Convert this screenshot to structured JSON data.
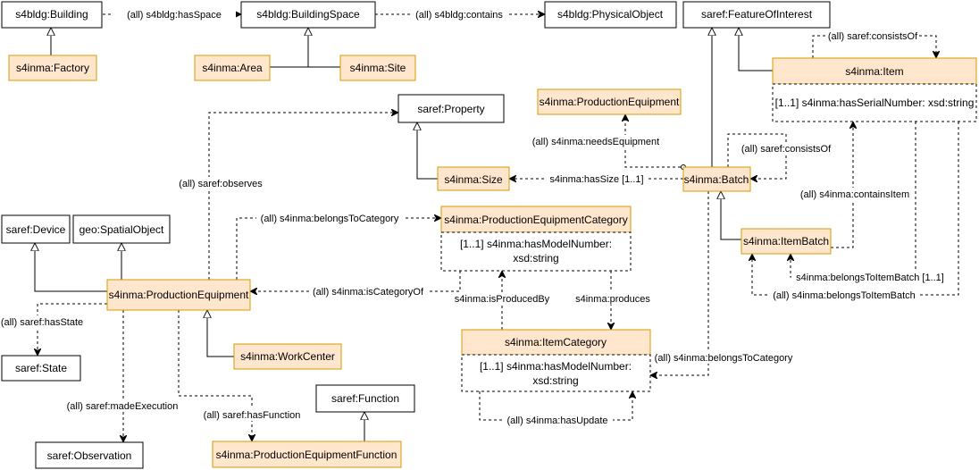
{
  "nodes": {
    "building": "s4bldg:Building",
    "building_space": "s4bldg:BuildingSpace",
    "physical_object": "s4bldg:PhysicalObject",
    "feature_of_interest": "saref:FeatureOfInterest",
    "factory": "s4inma:Factory",
    "area": "s4inma:Area",
    "site": "s4inma:Site",
    "item": "s4inma:Item",
    "item_attr": "[1..1] s4inma:hasSerialNumber: xsd:string",
    "production_equipment_top": "s4inma:ProductionEquipment",
    "property": "saref:Property",
    "size": "s4inma:Size",
    "batch": "s4inma:Batch",
    "device": "saref:Device",
    "spatial_object": "geo:SpatialObject",
    "pe_category": "s4inma:ProductionEquipmentCategory",
    "pe_category_attr_1": "[1..1] s4inma:hasModelNumber:",
    "pe_category_attr_2": "xsd:string",
    "item_batch": "s4inma:ItemBatch",
    "production_equipment": "s4inma:ProductionEquipment",
    "state": "saref:State",
    "work_center": "s4inma:WorkCenter",
    "item_category": "s4inma:ItemCategory",
    "item_category_attr_1": "[1..1] s4inma:hasModelNumber:",
    "item_category_attr_2": "xsd:string",
    "function": "saref:Function",
    "observation": "saref:Observation",
    "pe_function": "s4inma:ProductionEquipmentFunction"
  },
  "edges": {
    "has_space": "(all) s4bldg:hasSpace",
    "contains": "(all) s4bldg:contains",
    "consists_of_item": "(all) saref:consistsOf",
    "needs_equipment": "(all) s4inma:needsEquipment",
    "consists_of_batch": "(all) saref:consistsOf",
    "has_size": "s4inma:hasSize [1..1]",
    "contains_item": "(all) s4inma:containsItem",
    "observes": "(all) saref:observes",
    "belongs_to_category_pe": "(all) s4inma:belongsToCategory",
    "is_category_of": "(all) s4inma:isCategoryOf",
    "belongs_to_item_batch_1": "s4inma:belongsToItemBatch [1..1]",
    "belongs_to_item_batch_all": "(all) s4inma:belongsToItemBatch",
    "is_produced_by": "s4inma:isProducedBy",
    "produces": "s4inma:produces",
    "has_state": "(all) saref:hasState",
    "belongs_to_category_item": "(all) s4inma:belongsToCategory",
    "made_execution": "(all) saref:madeExecution",
    "has_function": "(all) saref:hasFunction",
    "has_update": "(all) s4inma:hasUpdate"
  },
  "colors": {
    "highlight_fill": "#ffe6cc",
    "highlight_stroke": "#d79b00",
    "plain_fill": "#ffffff",
    "line": "#000000"
  }
}
